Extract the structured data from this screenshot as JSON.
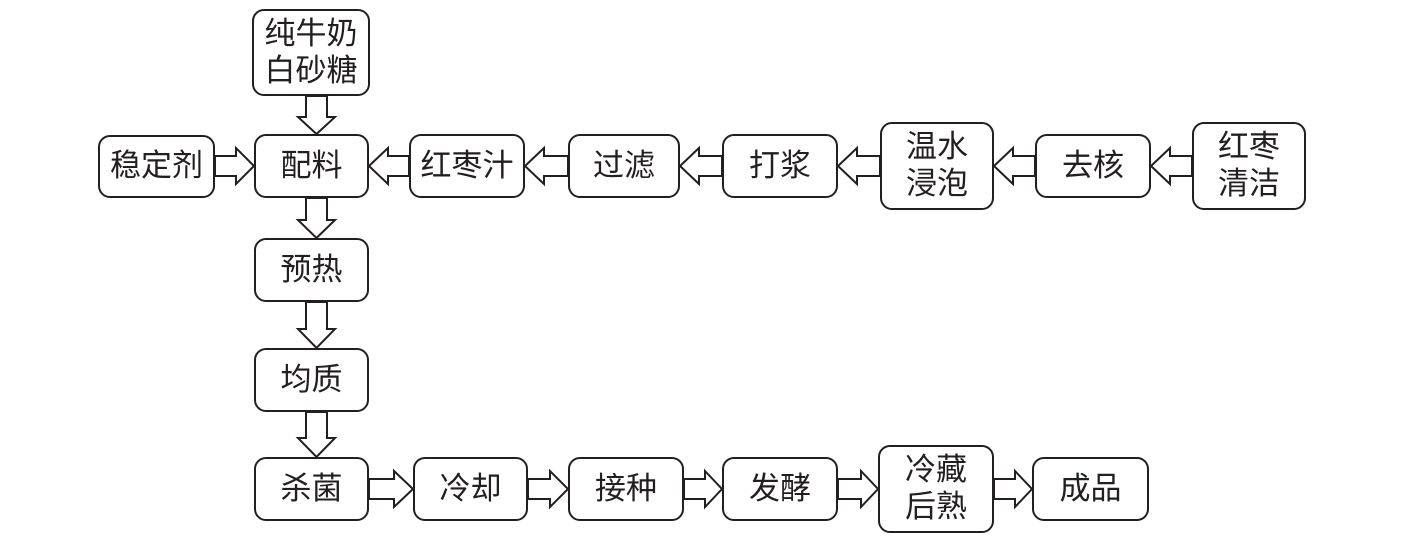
{
  "nodes": {
    "milk_sugar": "纯牛奶\n白砂糖",
    "stabilizer": "稳定剂",
    "mixing": "配料",
    "jujube_juice": "红枣汁",
    "filter": "过滤",
    "pulping": "打浆",
    "soaking": "温水\n浸泡",
    "pitting": "去核",
    "cleaning": "红枣\n清洁",
    "preheat": "预热",
    "homogenize": "均质",
    "sterilize": "杀菌",
    "cooling": "冷却",
    "inoculate": "接种",
    "ferment": "发酵",
    "cold_ripen": "冷藏\n后熟",
    "product": "成品"
  },
  "colors": {
    "stroke": "#231f20",
    "fill": "#ffffff"
  }
}
